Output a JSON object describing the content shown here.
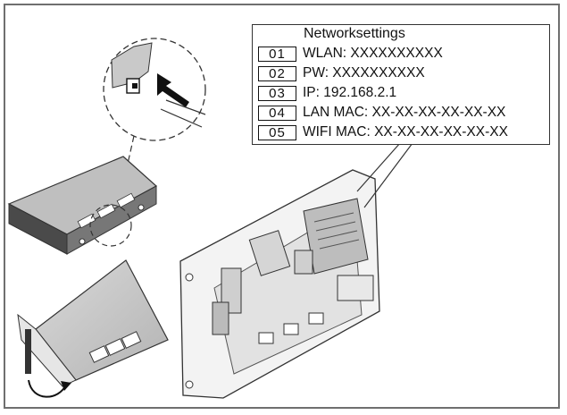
{
  "settings": {
    "title": "Networksettings",
    "rows": [
      {
        "num": "01",
        "text": "WLAN: XXXXXXXXXX"
      },
      {
        "num": "02",
        "text": "PW: XXXXXXXXXX"
      },
      {
        "num": "03",
        "text": "IP: 192.168.2.1"
      },
      {
        "num": "04",
        "text": "LAN MAC: XX-XX-XX-XX-XX-XX"
      },
      {
        "num": "05",
        "text": "WIFI MAC: XX-XX-XX-XX-XX-XX"
      }
    ]
  },
  "colors": {
    "line": "#333333",
    "shade": "#bdbdbd",
    "frame": "#6f6f6f"
  }
}
